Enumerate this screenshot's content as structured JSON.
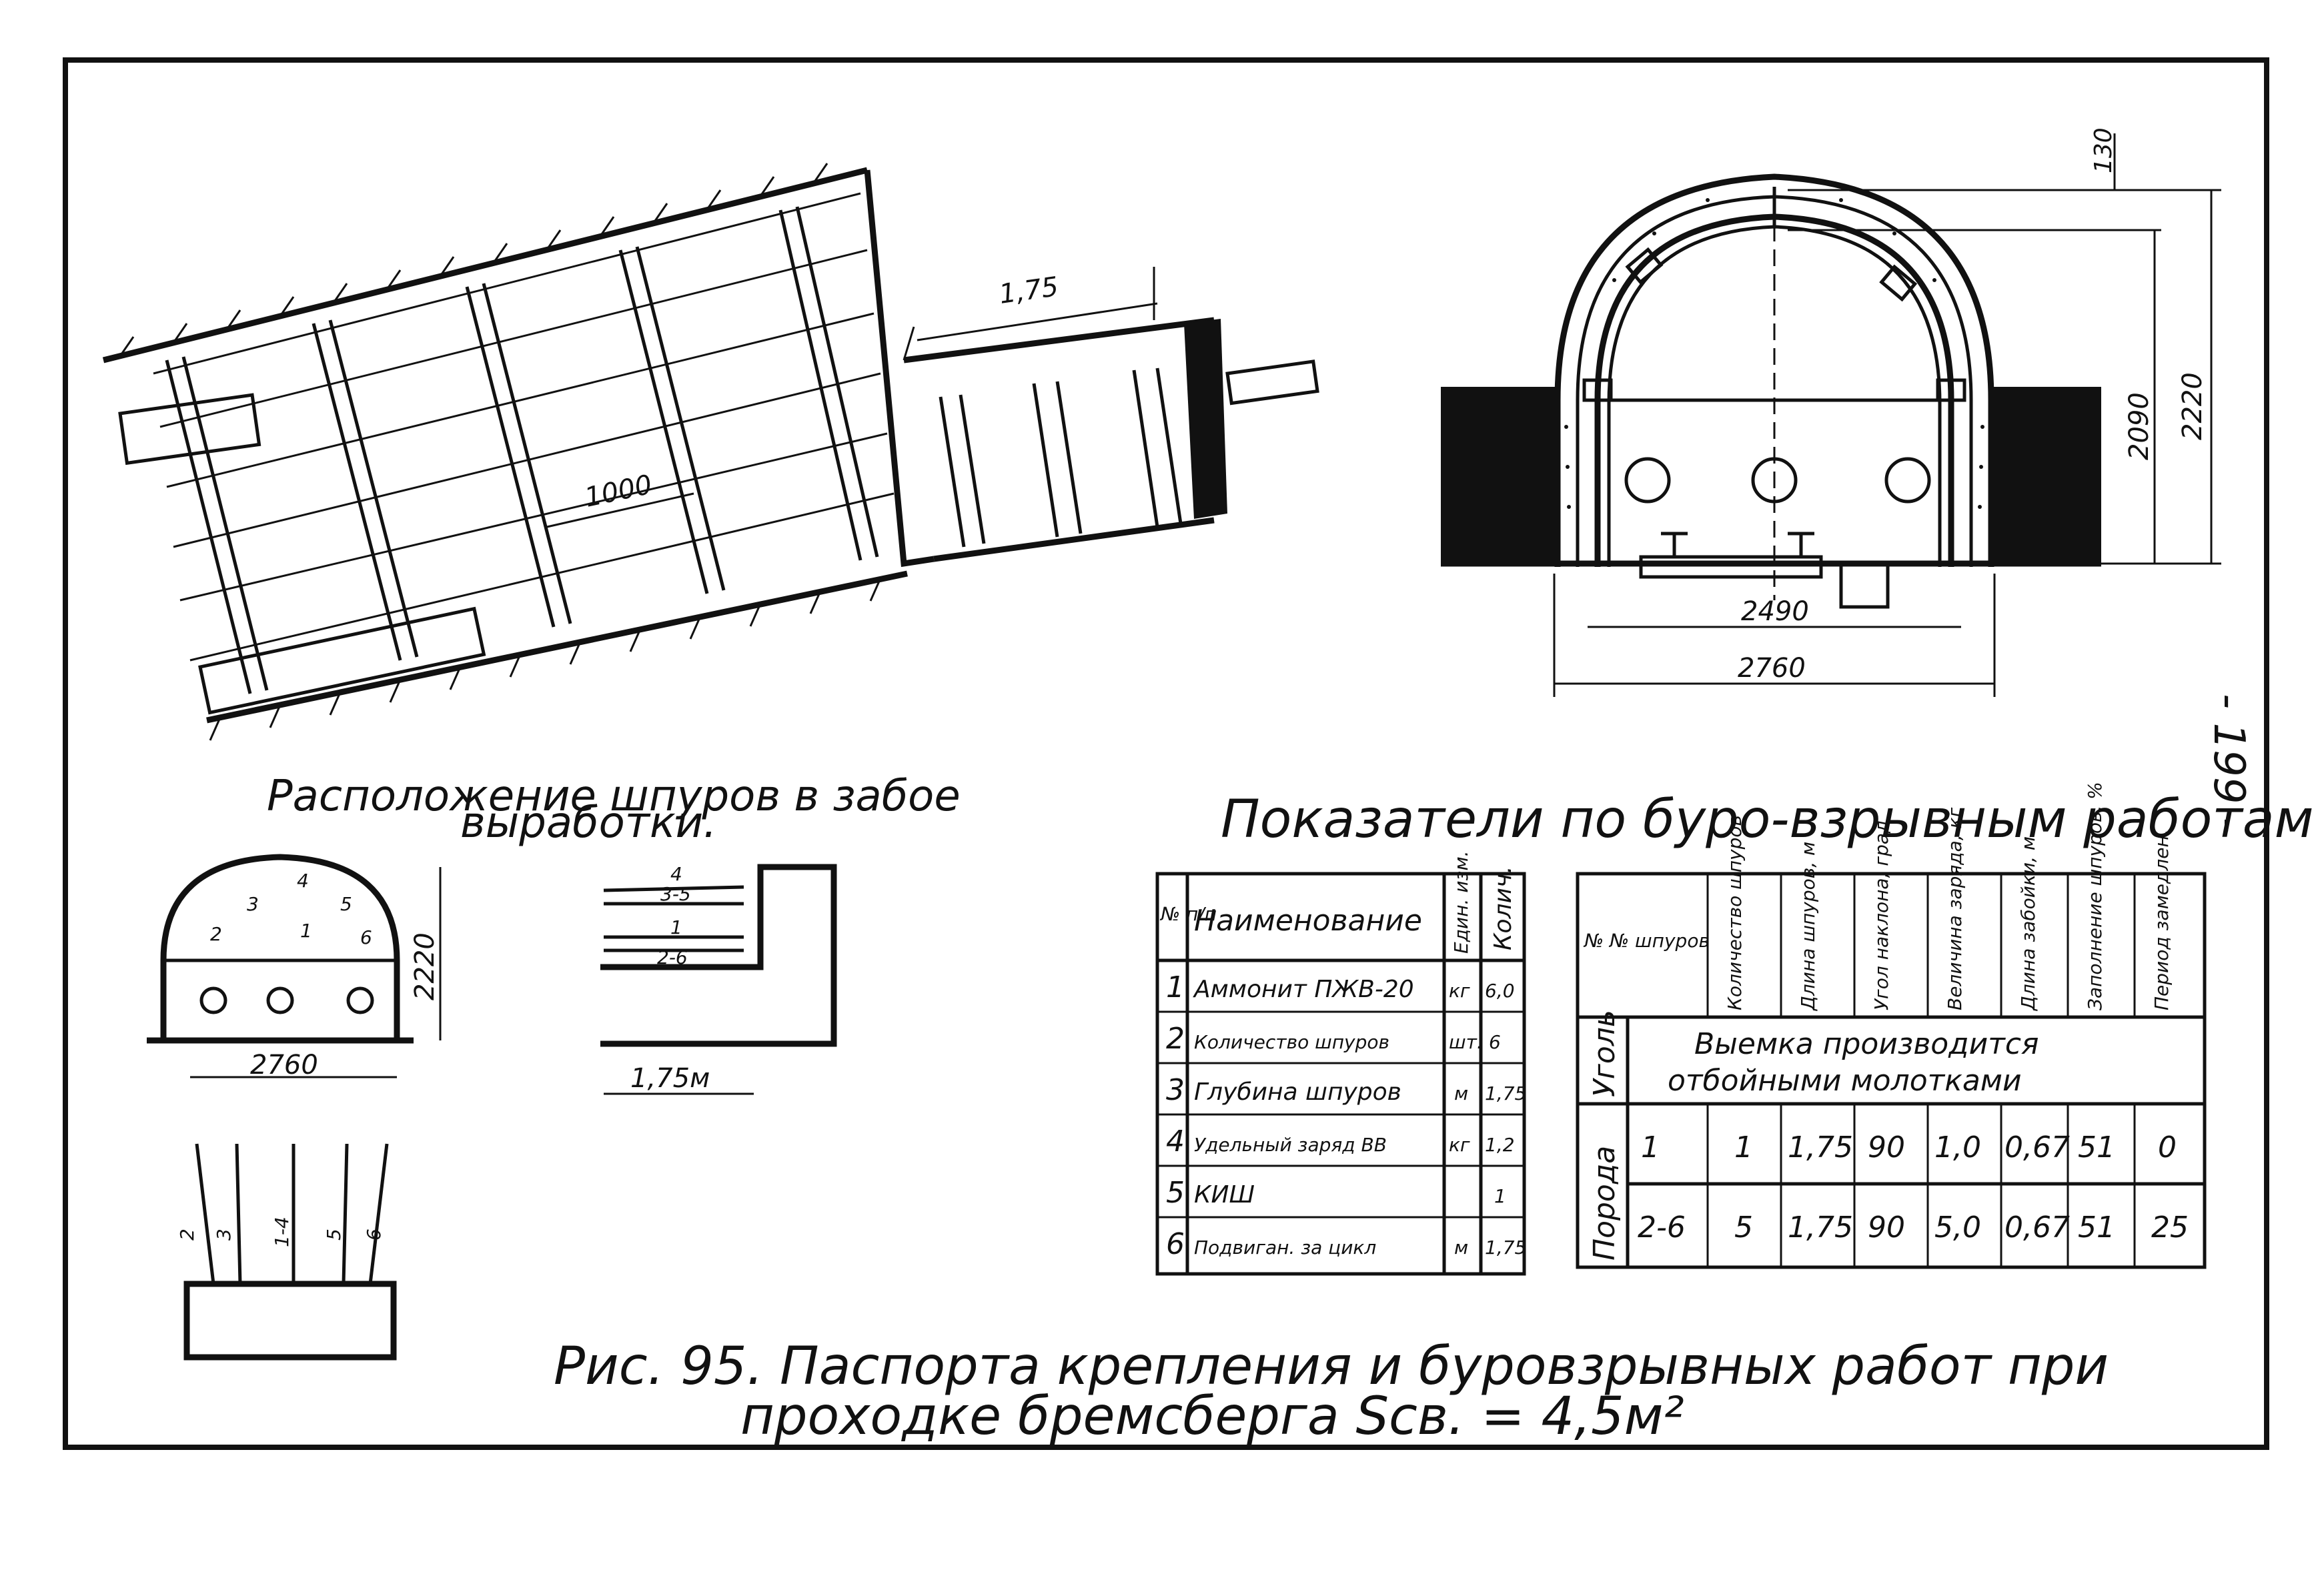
{
  "page_number": "- 199 -",
  "figure_caption": {
    "line1": "Рис. 95. Паспорта крепления и буровзрывных работ при",
    "line2": "проходке бремсберга  Sсв. = 4,5м²"
  },
  "left_section": {
    "dim_step": "1,75",
    "dim_frame": "1000"
  },
  "cross_section": {
    "dim_top": "130",
    "dim_h_inner": "2090",
    "dim_h_outer": "2220",
    "dim_w_inner": "2490",
    "dim_w_outer": "2760"
  },
  "holes_layout": {
    "title_line1": "Расположение шпуров в забое",
    "title_line2": "выработки.",
    "face_height": "2220",
    "face_width": "2760",
    "side_depth": "1,75м",
    "hole_labels": [
      "4",
      "3",
      "5",
      "2",
      "1",
      "6"
    ],
    "side_labels": [
      "4",
      "3-5",
      "1",
      "2-6"
    ],
    "plan_labels": [
      "2",
      "3",
      "1-4",
      "5",
      "6"
    ]
  },
  "bvr_title": "Показатели по буро-взрывным работам",
  "table1": {
    "headers": [
      "№ п/п",
      "Наименование",
      "Един. изм.",
      "Колич."
    ],
    "rows": [
      [
        "1",
        "Аммонит ПЖВ-20",
        "кг",
        "6,0"
      ],
      [
        "2",
        "Количество шпуров",
        "шт.",
        "6"
      ],
      [
        "3",
        "Глубина шпуров",
        "м",
        "1,75"
      ],
      [
        "4",
        "Удельный заряд ВВ",
        "кг",
        "1,2"
      ],
      [
        "5",
        "КИШ",
        "",
        "1"
      ],
      [
        "6",
        "Подвиган. за цикл",
        "м",
        "1,75"
      ]
    ]
  },
  "table2": {
    "corner": "№ № шпуров",
    "headers": [
      "Количество шпуров",
      "Длина шпуров, м",
      "Угол наклона, град",
      "Величина заряда, кг",
      "Длина забойки, м",
      "Заполнение шпуров, %",
      "Период замедлен."
    ],
    "group_coal": "Уголь",
    "coal_note_line1": "Выемка производится",
    "coal_note_line2": "отбойными молотками",
    "group_rock": "Порода",
    "rows": [
      [
        "1",
        "1",
        "1,75",
        "90",
        "1,0",
        "0,67",
        "51",
        "0"
      ],
      [
        "2-6",
        "5",
        "1,75",
        "90",
        "5,0",
        "0,67",
        "51",
        "25"
      ]
    ]
  }
}
